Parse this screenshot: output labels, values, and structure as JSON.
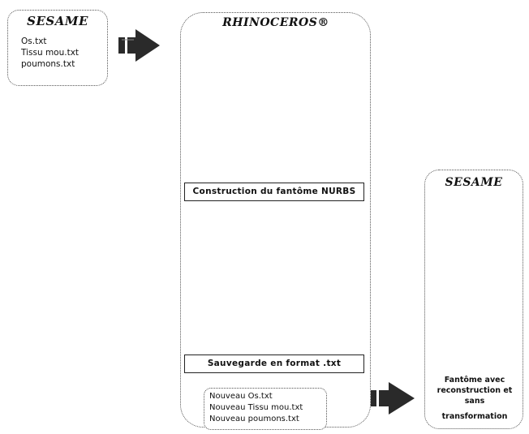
{
  "sesame_input": {
    "title": "SESAME",
    "files": [
      "Os.txt",
      "Tissu mou.txt",
      "poumons.txt"
    ]
  },
  "rhinoceros": {
    "title": "RHINOCEROS®",
    "step_construct": "Construction du fantôme NURBS",
    "step_save": "Sauvegarde en format .txt",
    "output_files": [
      "Nouveau Os.txt",
      "Nouveau Tissu mou.txt",
      "Nouveau poumons.txt"
    ]
  },
  "sesame_output": {
    "title": "SESAME",
    "caption_lines": [
      "Fantôme avec",
      "reconstruction et",
      "sans",
      "transformation"
    ]
  },
  "colors": {
    "arrow": "#2a2a2a",
    "phantom_bg": "#111111",
    "stipple": "#cfcfcf"
  }
}
